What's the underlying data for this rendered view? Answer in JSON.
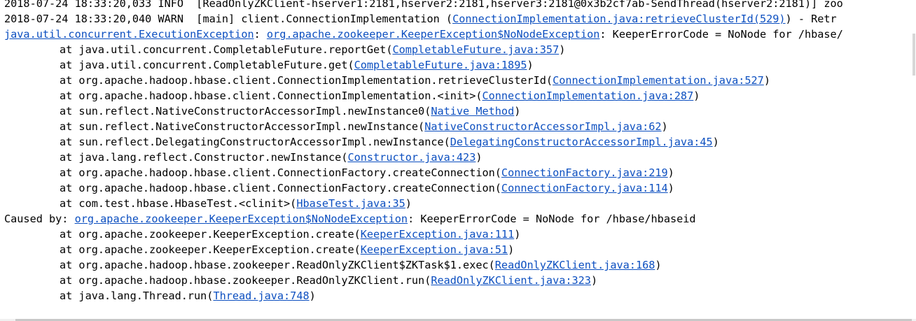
{
  "console": {
    "lines": [
      {
        "indent": false,
        "segments": [
          {
            "text": "2018-07-24 18:33:20,033 INFO  [ReadOnlyZKClient-hserver1:2181,hserver2:2181,hserver3:2181@0x3b2cf7ab-SendThread(hserver2:2181)] zoo"
          }
        ]
      },
      {
        "indent": false,
        "segments": [
          {
            "text": "2018-07-24 18:33:20,040 WARN  [main] client.ConnectionImplementation ("
          },
          {
            "text": "ConnectionImplementation.java:retrieveClusterId(529)",
            "link": true
          },
          {
            "text": ") - Retr"
          }
        ]
      },
      {
        "indent": false,
        "segments": [
          {
            "text": "java.util.concurrent.ExecutionException",
            "link": true
          },
          {
            "text": ": "
          },
          {
            "text": "org.apache.zookeeper.KeeperException$NoNodeException",
            "link": true
          },
          {
            "text": ": KeeperErrorCode = NoNode for /hbase/"
          }
        ]
      },
      {
        "indent": true,
        "segments": [
          {
            "text": "at java.util.concurrent.CompletableFuture.reportGet("
          },
          {
            "text": "CompletableFuture.java:357",
            "link": true
          },
          {
            "text": ")"
          }
        ]
      },
      {
        "indent": true,
        "segments": [
          {
            "text": "at java.util.concurrent.CompletableFuture.get("
          },
          {
            "text": "CompletableFuture.java:1895",
            "link": true
          },
          {
            "text": ")"
          }
        ]
      },
      {
        "indent": true,
        "segments": [
          {
            "text": "at org.apache.hadoop.hbase.client.ConnectionImplementation.retrieveClusterId("
          },
          {
            "text": "ConnectionImplementation.java:527",
            "link": true
          },
          {
            "text": ")"
          }
        ]
      },
      {
        "indent": true,
        "segments": [
          {
            "text": "at org.apache.hadoop.hbase.client.ConnectionImplementation.<init>("
          },
          {
            "text": "ConnectionImplementation.java:287",
            "link": true
          },
          {
            "text": ")"
          }
        ]
      },
      {
        "indent": true,
        "segments": [
          {
            "text": "at sun.reflect.NativeConstructorAccessorImpl.newInstance0("
          },
          {
            "text": "Native Method",
            "link": true
          },
          {
            "text": ")"
          }
        ]
      },
      {
        "indent": true,
        "segments": [
          {
            "text": "at sun.reflect.NativeConstructorAccessorImpl.newInstance("
          },
          {
            "text": "NativeConstructorAccessorImpl.java:62",
            "link": true
          },
          {
            "text": ")"
          }
        ]
      },
      {
        "indent": true,
        "segments": [
          {
            "text": "at sun.reflect.DelegatingConstructorAccessorImpl.newInstance("
          },
          {
            "text": "DelegatingConstructorAccessorImpl.java:45",
            "link": true
          },
          {
            "text": ")"
          }
        ]
      },
      {
        "indent": true,
        "segments": [
          {
            "text": "at java.lang.reflect.Constructor.newInstance("
          },
          {
            "text": "Constructor.java:423",
            "link": true
          },
          {
            "text": ")"
          }
        ]
      },
      {
        "indent": true,
        "segments": [
          {
            "text": "at org.apache.hadoop.hbase.client.ConnectionFactory.createConnection("
          },
          {
            "text": "ConnectionFactory.java:219",
            "link": true
          },
          {
            "text": ")"
          }
        ]
      },
      {
        "indent": true,
        "segments": [
          {
            "text": "at org.apache.hadoop.hbase.client.ConnectionFactory.createConnection("
          },
          {
            "text": "ConnectionFactory.java:114",
            "link": true
          },
          {
            "text": ")"
          }
        ]
      },
      {
        "indent": true,
        "segments": [
          {
            "text": "at com.test.hbase.HbaseTest.<clinit>("
          },
          {
            "text": "HbaseTest.java:35",
            "link": true
          },
          {
            "text": ")"
          }
        ]
      },
      {
        "indent": false,
        "segments": [
          {
            "text": "Caused by: "
          },
          {
            "text": "org.apache.zookeeper.KeeperException$NoNodeException",
            "link": true
          },
          {
            "text": ": KeeperErrorCode = NoNode for /hbase/hbaseid"
          }
        ]
      },
      {
        "indent": true,
        "segments": [
          {
            "text": "at org.apache.zookeeper.KeeperException.create("
          },
          {
            "text": "KeeperException.java:111",
            "link": true
          },
          {
            "text": ")"
          }
        ]
      },
      {
        "indent": true,
        "segments": [
          {
            "text": "at org.apache.zookeeper.KeeperException.create("
          },
          {
            "text": "KeeperException.java:51",
            "link": true
          },
          {
            "text": ")"
          }
        ]
      },
      {
        "indent": true,
        "segments": [
          {
            "text": "at org.apache.hadoop.hbase.zookeeper.ReadOnlyZKClient$ZKTask$1.exec("
          },
          {
            "text": "ReadOnlyZKClient.java:168",
            "link": true
          },
          {
            "text": ")"
          }
        ]
      },
      {
        "indent": true,
        "segments": [
          {
            "text": "at org.apache.hadoop.hbase.zookeeper.ReadOnlyZKClient.run("
          },
          {
            "text": "ReadOnlyZKClient.java:323",
            "link": true
          },
          {
            "text": ")"
          }
        ]
      },
      {
        "indent": true,
        "segments": [
          {
            "text": "at java.lang.Thread.run("
          },
          {
            "text": "Thread.java:748",
            "link": true
          },
          {
            "text": ")"
          }
        ]
      }
    ]
  },
  "colors": {
    "text": "#000000",
    "link": "#0c4fc0",
    "background": "#ffffff"
  }
}
